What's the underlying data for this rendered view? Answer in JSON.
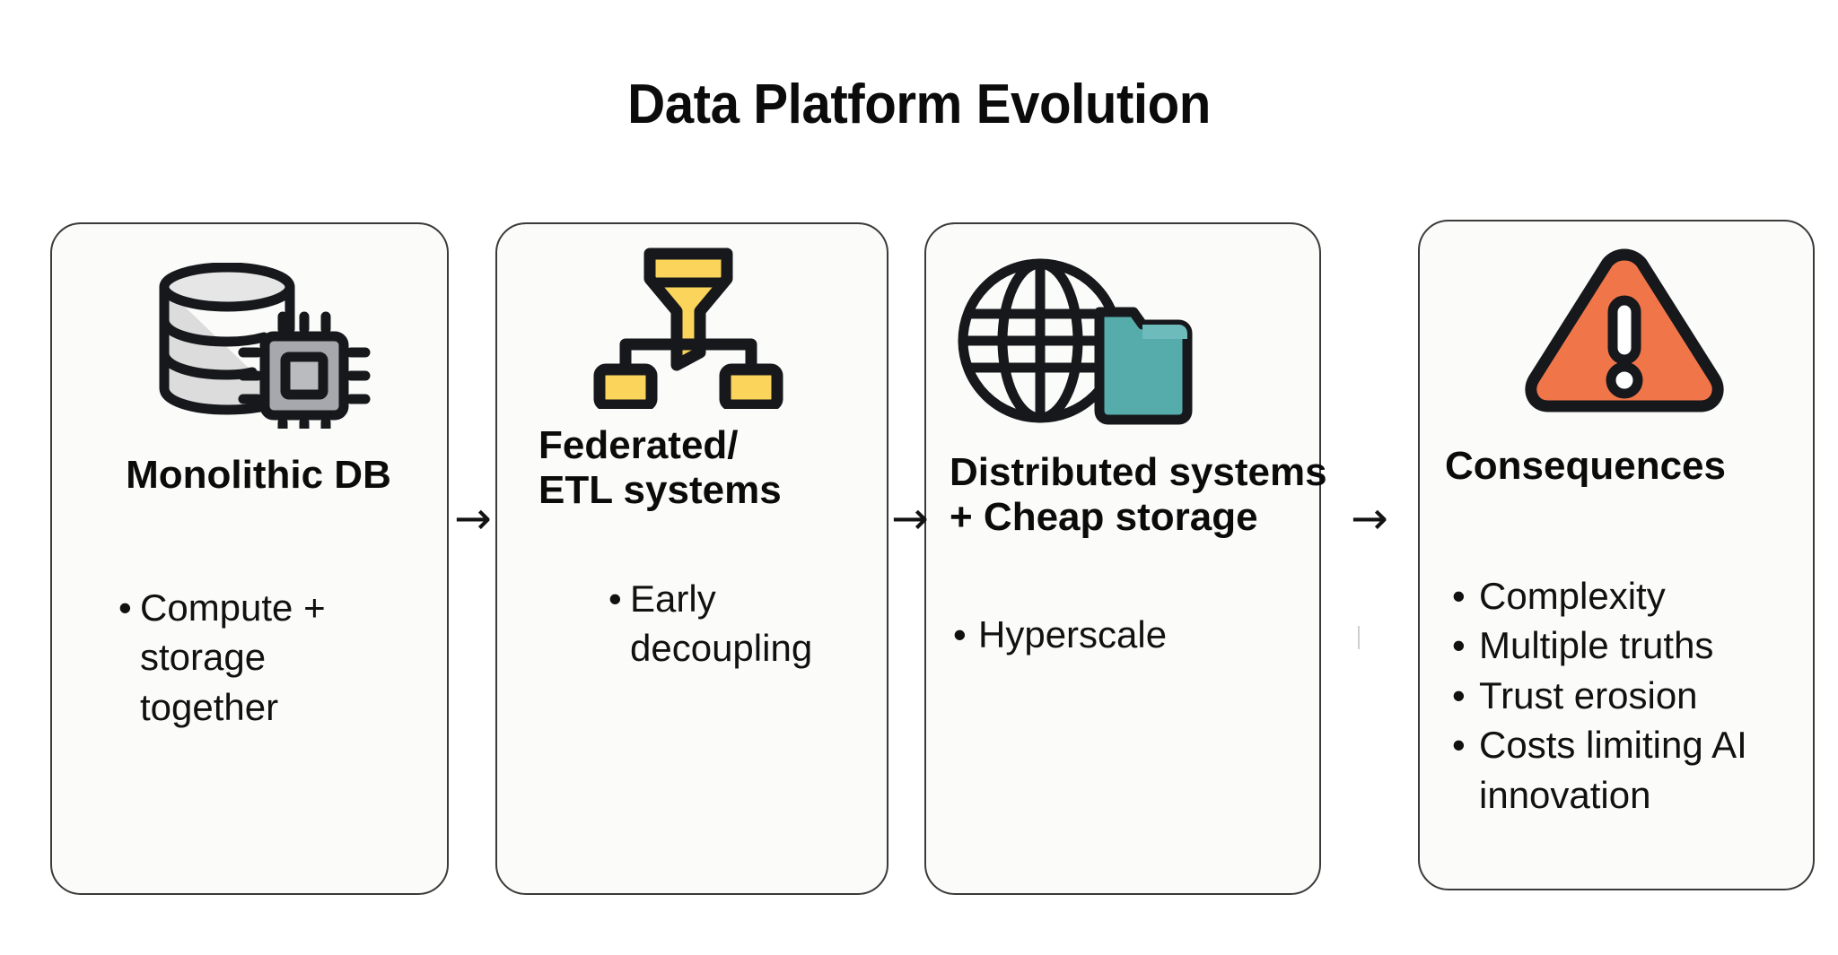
{
  "title": "Data Platform Evolution",
  "colors": {
    "background": "#ffffff",
    "card_fill": "#fbfbf9",
    "card_border": "#3a3a3a",
    "ink": "#0b0b0b",
    "icon_outline": "#16181c",
    "database_gray": "#dcdcdc",
    "chip_gray": "#a6a8ad",
    "funnel_yellow": "#fbd45c",
    "folder_teal": "#56acab",
    "warning_orange": "#f0764a"
  },
  "arrows": [
    "→",
    "→",
    "→"
  ],
  "cards": [
    {
      "icon": "database-chip-icon",
      "title": "Monolithic DB",
      "bullets": [
        "Compute + storage together"
      ]
    },
    {
      "icon": "etl-funnel-icon",
      "title": "Federated/\nETL systems",
      "bullets": [
        "Early decoupling"
      ]
    },
    {
      "icon": "globe-folder-icon",
      "title": "Distributed systems + Cheap storage",
      "bullets": [
        "Hyperscale"
      ]
    },
    {
      "icon": "warning-triangle-icon",
      "title": "Consequences",
      "bullets": [
        "Complexity",
        "Multiple truths",
        "Trust erosion",
        "Costs limiting AI innovation"
      ]
    }
  ]
}
